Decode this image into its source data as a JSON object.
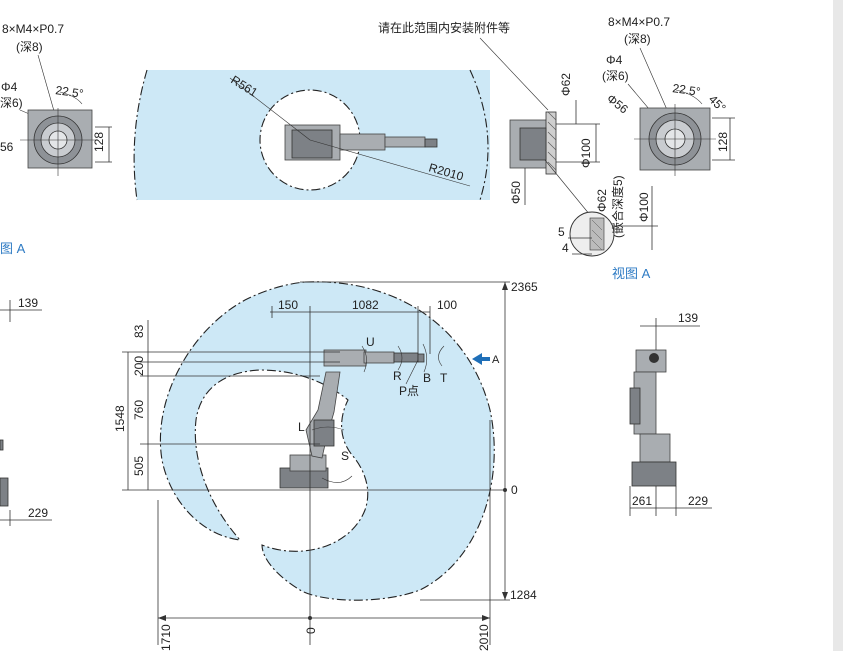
{
  "top_left": {
    "thread_spec": "8×M4×P0.7",
    "depth_8": "(深8)",
    "phi4": "Φ4",
    "depth_6": "深6)",
    "angle": "22.5°",
    "phi56_partial": "56",
    "dim_128": "128"
  },
  "top_left_caption": "图 A",
  "top_middle": {
    "radius_inner": "R561",
    "radius_outer": "R2010"
  },
  "top_right": {
    "note": "请在此范围内安装附件等",
    "phi62": "Φ62",
    "phi100": "Φ100",
    "phi50": "Φ50",
    "phi62_b": "Φ62",
    "fit_depth": "(嵌合深度5)",
    "phi100_b": "Φ100",
    "dim_5": "5",
    "dim_4": "4",
    "thread_spec": "8×M4×P0.7",
    "depth_8": "(深8)",
    "phi4": "Φ4",
    "depth_6": "(深6)",
    "phi56": "Φ56",
    "angle_1": "22.5°",
    "angle_2": "45°",
    "dim_128": "128"
  },
  "view_a_caption": "视图 A",
  "main_view": {
    "dim_150": "150",
    "dim_1082": "1082",
    "dim_100": "100",
    "dim_83": "83",
    "dim_200": "200",
    "dim_760": "760",
    "dim_1548": "1548",
    "dim_505": "505",
    "height_top": "2365",
    "height_bottom": "1284",
    "zero_right": "0",
    "x_left": "1710",
    "x_zero": "0",
    "x_right": "2010",
    "axis_u": "U",
    "axis_r": "R",
    "axis_b": "B",
    "axis_t": "T",
    "axis_l": "L",
    "axis_s": "S",
    "point_p": "P点",
    "arrow_a": "A"
  },
  "left_side": {
    "dim_139": "139",
    "dim_229": "229"
  },
  "right_side": {
    "dim_139": "139",
    "dim_261": "261",
    "dim_229": "229"
  },
  "colors": {
    "envelope_fill": "#cde8f6",
    "caption_blue": "#2e7bc4",
    "arrow_blue": "#1f6fb8"
  }
}
